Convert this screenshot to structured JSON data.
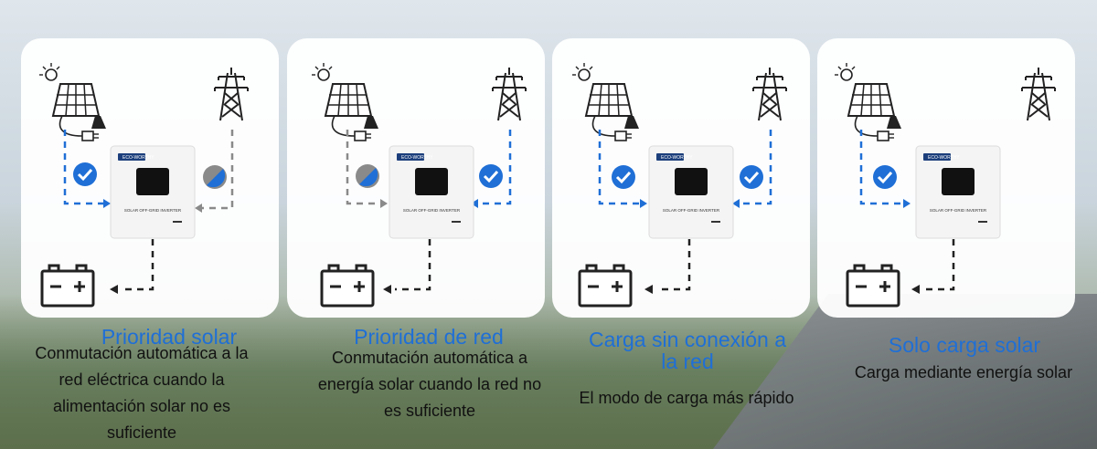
{
  "cards": [
    {
      "title": "Prioridad solar",
      "desc": "Conmutación automática a la red eléctrica cuando la alimentación solar no es suficiente"
    },
    {
      "title": "Prioridad de red",
      "desc": "Conmutación automática a energía solar cuando la red no es suficiente"
    },
    {
      "title": "Carga sin conexión a la red",
      "desc": "El modo de carga más rápido"
    },
    {
      "title": "Solo carga solar",
      "desc": "Carga mediante energía solar"
    }
  ],
  "device": {
    "brand": "ECO-WORTHY",
    "model": "SOLAR OFF-GRID INVERTER"
  },
  "colors": {
    "accent": "#1f6fd6",
    "check": "#1f6fd6",
    "inactive": "#8a8a8a",
    "text": "#111111"
  }
}
